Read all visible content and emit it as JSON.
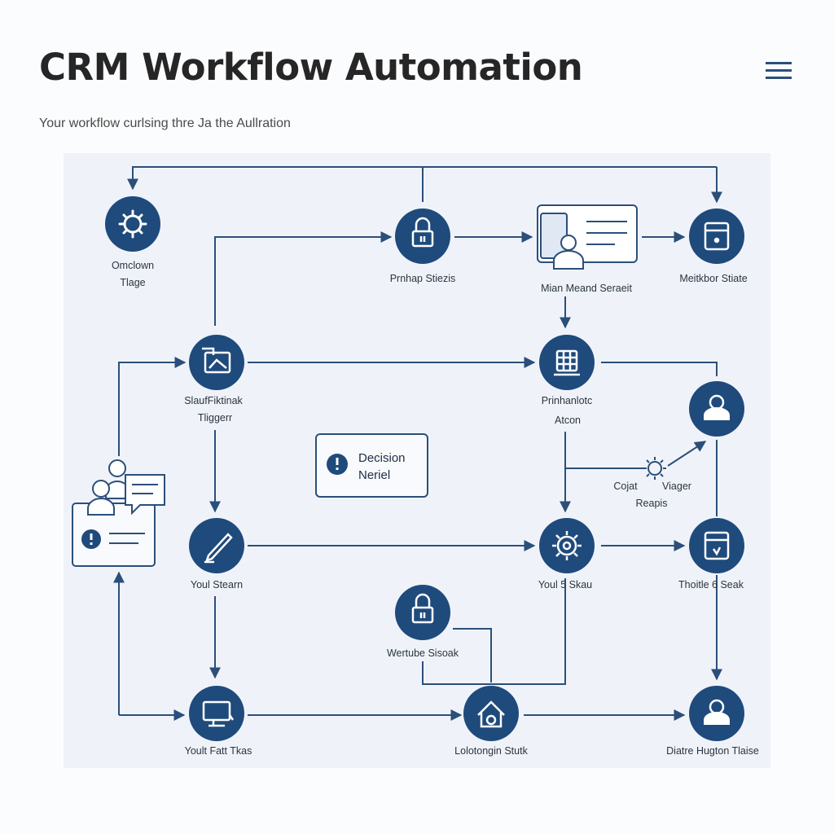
{
  "header": {
    "title": "CRM Workflow Automation",
    "subtitle": "Your workflow curlsing thre Ja the Aullration",
    "menu_icon": "hamburger-menu-icon"
  },
  "colors": {
    "node_fill": "#1f4a7c",
    "connector": "#2b4f7a",
    "panel_bg": "#eff3f9",
    "page_bg": "#fbfcfd"
  },
  "nodes": {
    "omclown_triage": {
      "line1": "Omclown",
      "line2": "Tlage",
      "icon": "gear-icon"
    },
    "prnhap_stiezis": {
      "line1": "Prnhap Stiezis",
      "icon": "lock-icon"
    },
    "mian_meand_seraeit": {
      "line1": "Mian Meand Seraeit",
      "icon": "profile-card-icon"
    },
    "meitkbor_stiate": {
      "line1": "Meitkbor Stiate",
      "icon": "device-icon"
    },
    "slaufiktinak_trigger": {
      "line1": "SlaufFiktinak",
      "line2": "Tliggerr",
      "icon": "screen-icon"
    },
    "prinhanlotc_atcon": {
      "line1": "Prinhanlotc",
      "line2": "Atcon",
      "icon": "grid-icon"
    },
    "user_right": {
      "icon": "user-icon"
    },
    "cojat_viager": {
      "line1": "Cojat",
      "line2": "Viager",
      "line3": "Reapis",
      "icon": "sun-icon"
    },
    "decision": {
      "line1": "Decision",
      "line2": "Neriel",
      "icon": "alert-icon"
    },
    "crm_contacts": {
      "icon": "contacts-card-icon"
    },
    "youl_steam": {
      "line1": "Youl Stearn",
      "icon": "pencil-icon"
    },
    "youl_5_skau": {
      "line1": "Youl 5 Skau",
      "icon": "gear-icon"
    },
    "thoitle_6_seak": {
      "line1": "Thoitle 6 Seak",
      "icon": "device-icon"
    },
    "wertube_sisoak": {
      "line1": "Wertube Sisoak",
      "icon": "lock-icon"
    },
    "yoult_fatt_tkas": {
      "line1": "Yoult Fatt Tkas",
      "icon": "monitor-icon"
    },
    "lolotongin_stutk": {
      "line1": "Lolotongin Stutk",
      "icon": "home-icon"
    },
    "diatre_hugton_tlaise": {
      "line1": "Diatre Hugton Tlaise",
      "icon": "user-icon"
    }
  }
}
